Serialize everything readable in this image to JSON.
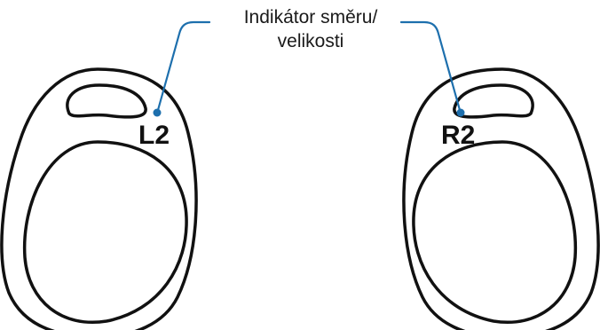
{
  "callout": {
    "line1": "Indikátor směru/",
    "line2": "velikosti",
    "color": "#1d6fad"
  },
  "earbuds": {
    "left": {
      "label": "L2"
    },
    "right": {
      "label": "R2"
    }
  }
}
